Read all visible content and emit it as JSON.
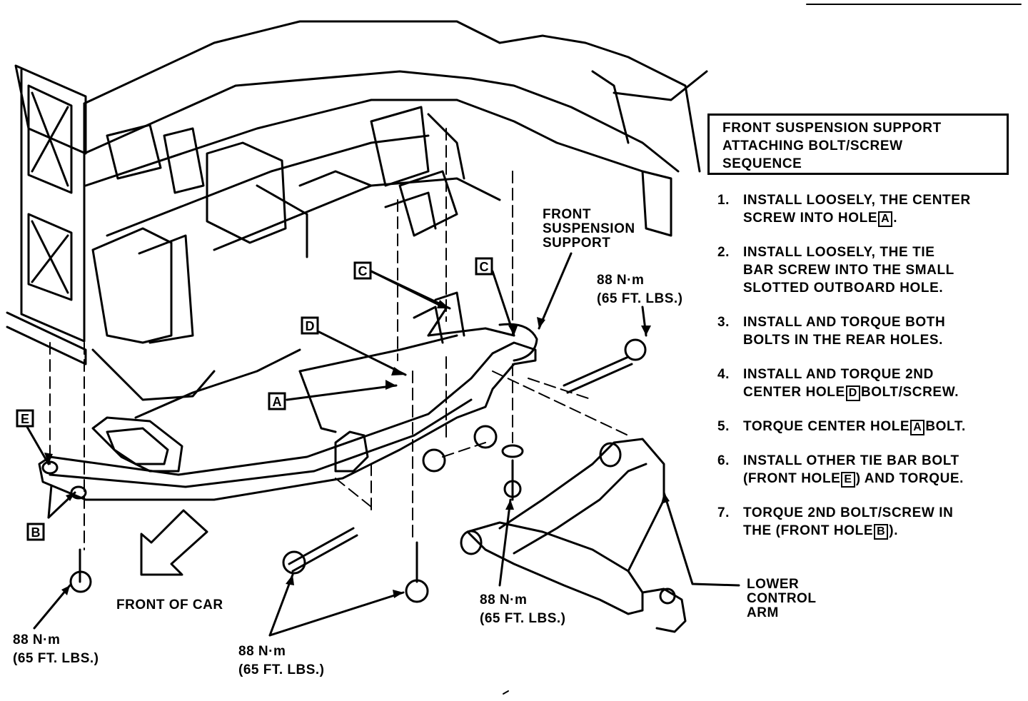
{
  "title_box": {
    "lines": [
      "FRONT SUSPENSION SUPPORT",
      "ATTACHING BOLT/SCREW",
      "SEQUENCE"
    ]
  },
  "steps": [
    {
      "num": "1.",
      "l1": "INSTALL LOOSELY, THE CENTER",
      "l2a": "SCREW INTO HOLE",
      "box": "A",
      "l2b": "."
    },
    {
      "num": "2.",
      "l1": "INSTALL LOOSELY, THE TIE",
      "l2": "BAR SCREW INTO THE SMALL",
      "l3": "SLOTTED OUTBOARD HOLE."
    },
    {
      "num": "3.",
      "l1": "INSTALL AND TORQUE BOTH",
      "l2": "BOLTS IN THE REAR HOLES."
    },
    {
      "num": "4.",
      "l1": "INSTALL AND TORQUE 2ND",
      "l2a": "CENTER HOLE",
      "box": "D",
      "l2b": "BOLT/SCREW."
    },
    {
      "num": "5.",
      "l1a": "TORQUE CENTER HOLE",
      "box": "A",
      "l1b": "BOLT."
    },
    {
      "num": "6.",
      "l1": "INSTALL OTHER TIE BAR BOLT",
      "l2a": "(FRONT HOLE",
      "box": "E",
      "l2b": ") AND TORQUE."
    },
    {
      "num": "7.",
      "l1": "TORQUE  2ND BOLT/SCREW IN",
      "l2a": "THE (FRONT HOLE",
      "box": "B",
      "l2b": ")."
    }
  ],
  "labels": {
    "front_support": [
      "FRONT",
      "SUSPENSION",
      "SUPPORT"
    ],
    "lower_control_arm": [
      "LOWER",
      "CONTROL",
      "ARM"
    ],
    "front_of_car": "FRONT OF CAR",
    "torque_a": [
      "88 N·m",
      "(65 FT. LBS.)"
    ],
    "torque_b": [
      "88 N·m",
      "(65 FT. LBS.)"
    ],
    "torque_c": [
      "88 N·m",
      "(65 FT. LBS.)"
    ],
    "torque_d": [
      "88 N·m",
      "(65 FT. LBS.)"
    ]
  },
  "hole_letters": {
    "c1": "C",
    "c2": "C",
    "d": "D",
    "a": "A",
    "e": "E",
    "b": "B"
  }
}
